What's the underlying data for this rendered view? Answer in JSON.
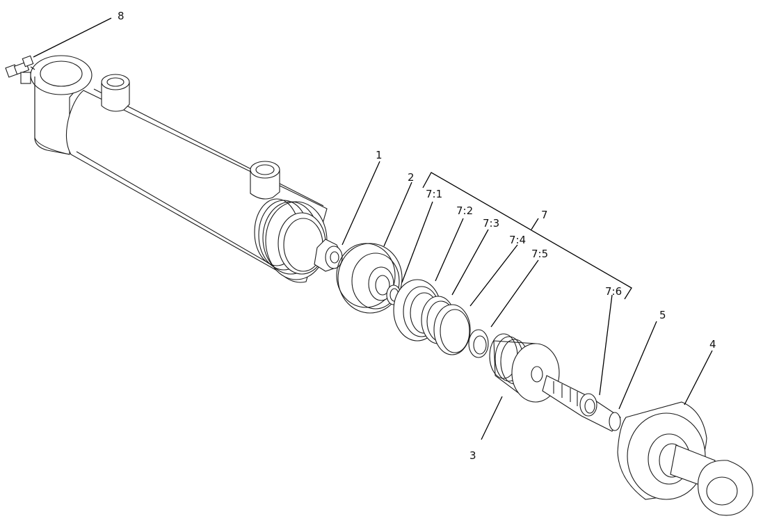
{
  "callouts": [
    {
      "id": "c1",
      "text": "1"
    },
    {
      "id": "c2",
      "text": "2"
    },
    {
      "id": "c3",
      "text": "3"
    },
    {
      "id": "c4",
      "text": "4"
    },
    {
      "id": "c5",
      "text": "5"
    },
    {
      "id": "c7",
      "text": "7"
    },
    {
      "id": "c7_1",
      "text": "7:1"
    },
    {
      "id": "c7_2",
      "text": "7:2"
    },
    {
      "id": "c7_3",
      "text": "7:3"
    },
    {
      "id": "c7_4",
      "text": "7:4"
    },
    {
      "id": "c7_5",
      "text": "7:5"
    },
    {
      "id": "c7_6",
      "text": "7:6"
    },
    {
      "id": "c8",
      "text": "8"
    }
  ]
}
